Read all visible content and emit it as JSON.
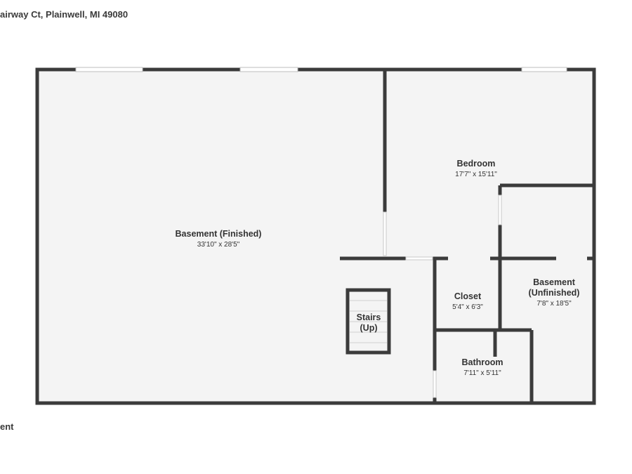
{
  "header": {
    "address": "airway Ct, Plainwell, MI 49080"
  },
  "footer": {
    "floor_label": "ent"
  },
  "colors": {
    "wall": "#3b3b3b",
    "floor": "#f4f4f4",
    "window": "#ffffff"
  },
  "rooms": [
    {
      "id": "basement-finished",
      "name": "Basement (Finished)",
      "dims": "33'10\" x 28'5\""
    },
    {
      "id": "bedroom",
      "name": "Bedroom",
      "dims": "17'7\" x 15'11\""
    },
    {
      "id": "basement-unfinished",
      "name_lines": [
        "Basement",
        "(Unfinished)"
      ],
      "dims": "7'8\" x 18'5\""
    },
    {
      "id": "closet",
      "name": "Closet",
      "dims": "5'4\" x 6'3\""
    },
    {
      "id": "bathroom",
      "name": "Bathroom",
      "dims": "7'11\" x 5'11\""
    },
    {
      "id": "stairs",
      "name_lines": [
        "Stairs",
        "(Up)"
      ]
    }
  ]
}
